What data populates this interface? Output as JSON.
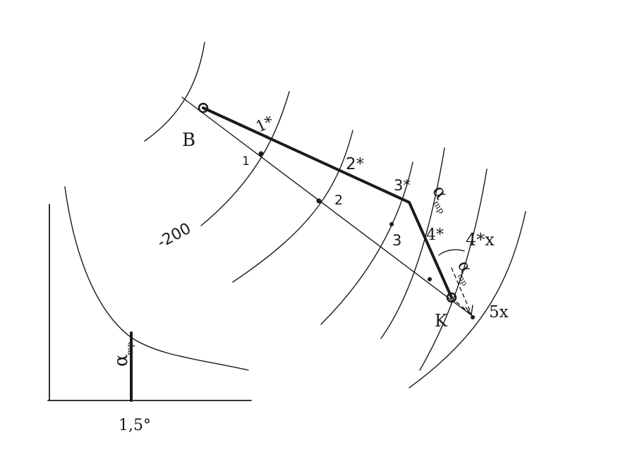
{
  "labels": {
    "point_b": "B",
    "point_k": "K",
    "contour_value": "-200",
    "mark_1": "1",
    "mark_2": "2",
    "mark_3": "3",
    "star_1": "1*",
    "star_2": "2*",
    "star_3": "3*",
    "star_4": "4*",
    "star_4x": "4*x",
    "star_5x": "5x",
    "alpha_mp_1": "α",
    "alpha_mp_1_sub": "mp",
    "alpha_mp_2": "α",
    "alpha_mp_2_sub": "mp",
    "alpha_mp_graph": "α",
    "alpha_mp_graph_sub": "mp",
    "graph_x_value": "1,5°"
  }
}
